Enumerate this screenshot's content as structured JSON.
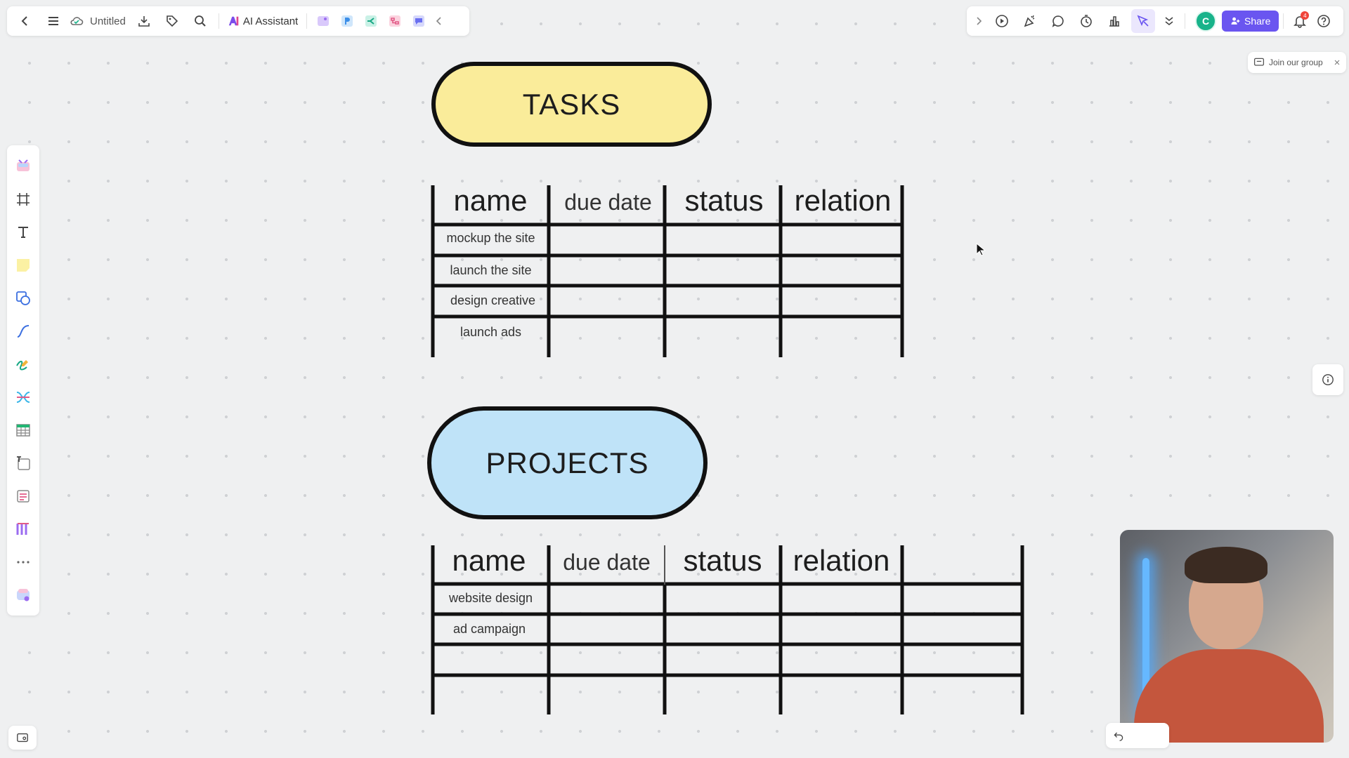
{
  "top_toolbar": {
    "file_title": "Untitled",
    "ai_assistant_label": "AI Assistant"
  },
  "right_toolbar": {
    "avatar_initial": "C",
    "share_label": "Share",
    "notification_count": "4"
  },
  "join_group": {
    "label": "Join our group"
  },
  "tasks": {
    "title": "TASKS",
    "headers": [
      "name",
      "due date",
      "status",
      "relation"
    ],
    "rows": [
      "mockup the site",
      "launch the site",
      "design creative",
      "launch ads"
    ]
  },
  "projects": {
    "title": "PROJECTS",
    "headers": [
      "name",
      "due date",
      "status",
      "relation"
    ],
    "rows": [
      "website design",
      "ad campaign",
      "",
      ""
    ]
  },
  "colors": {
    "tasks_pill": "#faec9a",
    "projects_pill": "#bfe3f8",
    "accent": "#6a55f0"
  }
}
